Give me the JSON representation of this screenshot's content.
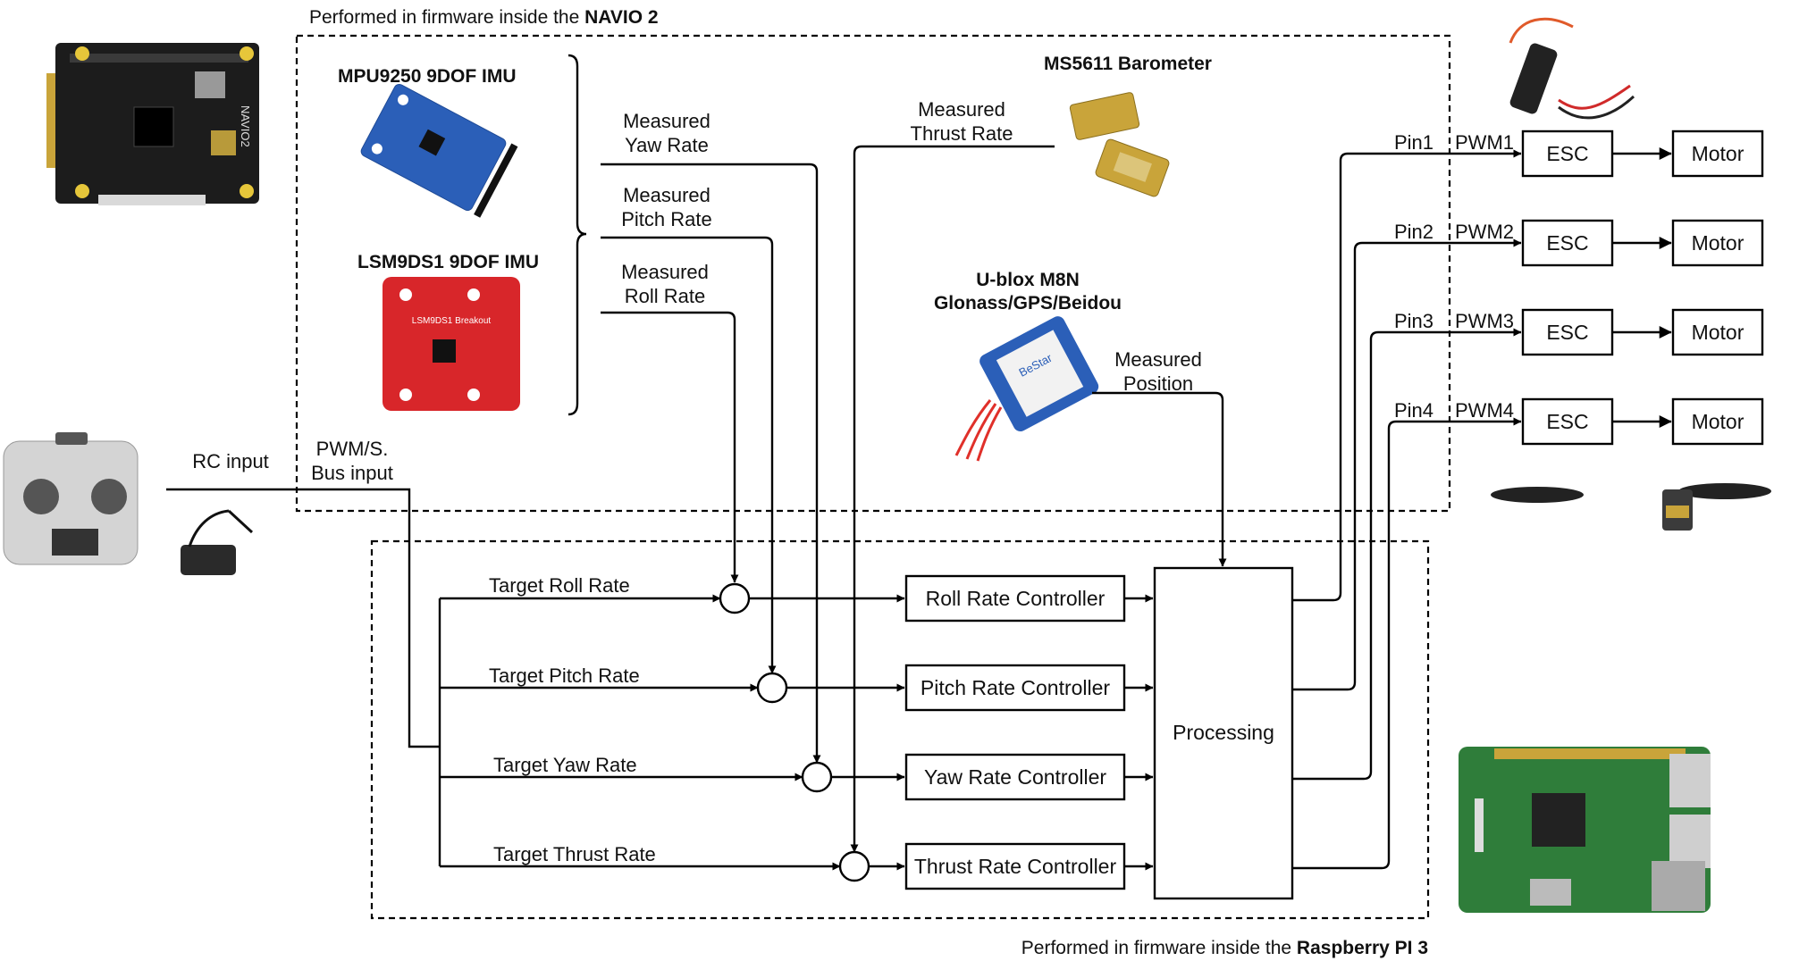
{
  "regions": {
    "navio_prefix": "Performed in firmware inside the ",
    "navio_name": "NAVIO 2",
    "rpi_prefix": "Performed in firmware inside the ",
    "rpi_name": "Raspberry PI 3"
  },
  "sensors": {
    "mpu": "MPU9250 9DOF IMU",
    "lsm": "LSM9DS1 9DOF IMU",
    "lsm_board_text": "LSM9DS1 Breakout",
    "barometer": "MS5611 Barometer",
    "gps_line1": "U-blox M8N",
    "gps_line2": "Glonass/GPS/Beidou",
    "gps_board_text": "BeStar",
    "navio_board_text": "NAVIO2"
  },
  "measured": {
    "yaw": [
      "Measured",
      "Yaw Rate"
    ],
    "pitch": [
      "Measured",
      "Pitch Rate"
    ],
    "roll": [
      "Measured",
      "Roll Rate"
    ],
    "thrust": [
      "Measured",
      "Thrust Rate"
    ],
    "position": [
      "Measured",
      "Position"
    ]
  },
  "inputs": {
    "rc": "RC input",
    "pwm_line1": "PWM/S.",
    "pwm_line2": "Bus input"
  },
  "targets": [
    "Target Roll Rate",
    "Target Pitch Rate",
    "Target Yaw Rate",
    "Target Thrust Rate"
  ],
  "controllers": [
    "Roll Rate Controller",
    "Pitch Rate Controller",
    "Yaw Rate Controller",
    "Thrust Rate Controller"
  ],
  "processing": "Processing",
  "outputs": [
    {
      "pin": "Pin1",
      "pwm": "PWM1",
      "esc": "ESC",
      "motor": "Motor"
    },
    {
      "pin": "Pin2",
      "pwm": "PWM2",
      "esc": "ESC",
      "motor": "Motor"
    },
    {
      "pin": "Pin3",
      "pwm": "PWM3",
      "esc": "ESC",
      "motor": "Motor"
    },
    {
      "pin": "Pin4",
      "pwm": "PWM4",
      "esc": "ESC",
      "motor": "Motor"
    }
  ],
  "colors": {
    "line": "#000000",
    "pcb_black": "#1c1c1c",
    "imu_blue": "#2b5fb8",
    "lsm_red": "#d8262a",
    "rpi_green": "#2f7d3a",
    "gold": "#c9a43a"
  }
}
